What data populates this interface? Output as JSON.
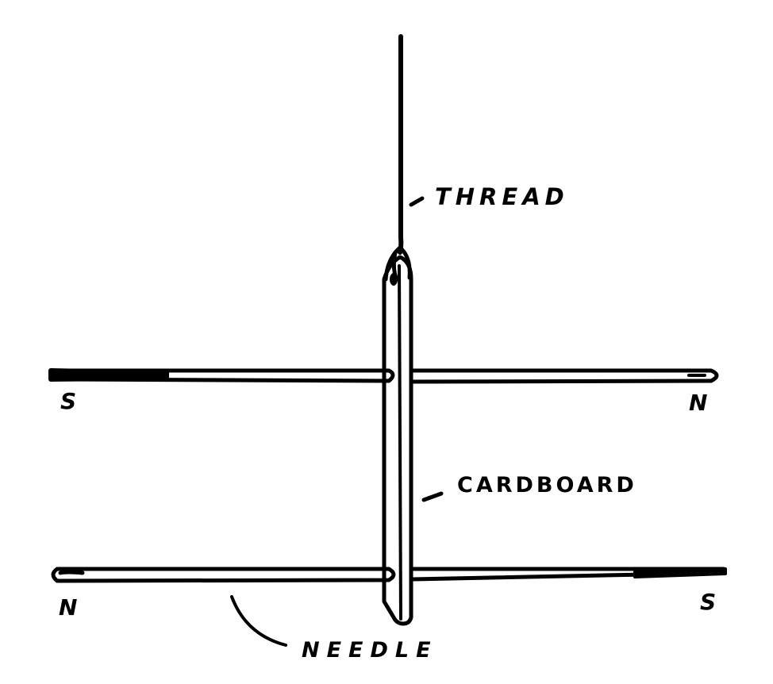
{
  "figure": {
    "description": "Two magnetized needles pushed through a strip of cardboard suspended by a thread, with opposite poles facing each other (astatic needle pair)",
    "labels": {
      "thread": "THREAD",
      "cardboard": "CARDBOARD",
      "needle": "NEEDLE"
    },
    "needles": [
      {
        "position": "top",
        "left_pole": "S",
        "right_pole": "N"
      },
      {
        "position": "bottom",
        "left_pole": "N",
        "right_pole": "S"
      }
    ],
    "colors": {
      "ink": "#000000",
      "background": "#ffffff"
    }
  }
}
